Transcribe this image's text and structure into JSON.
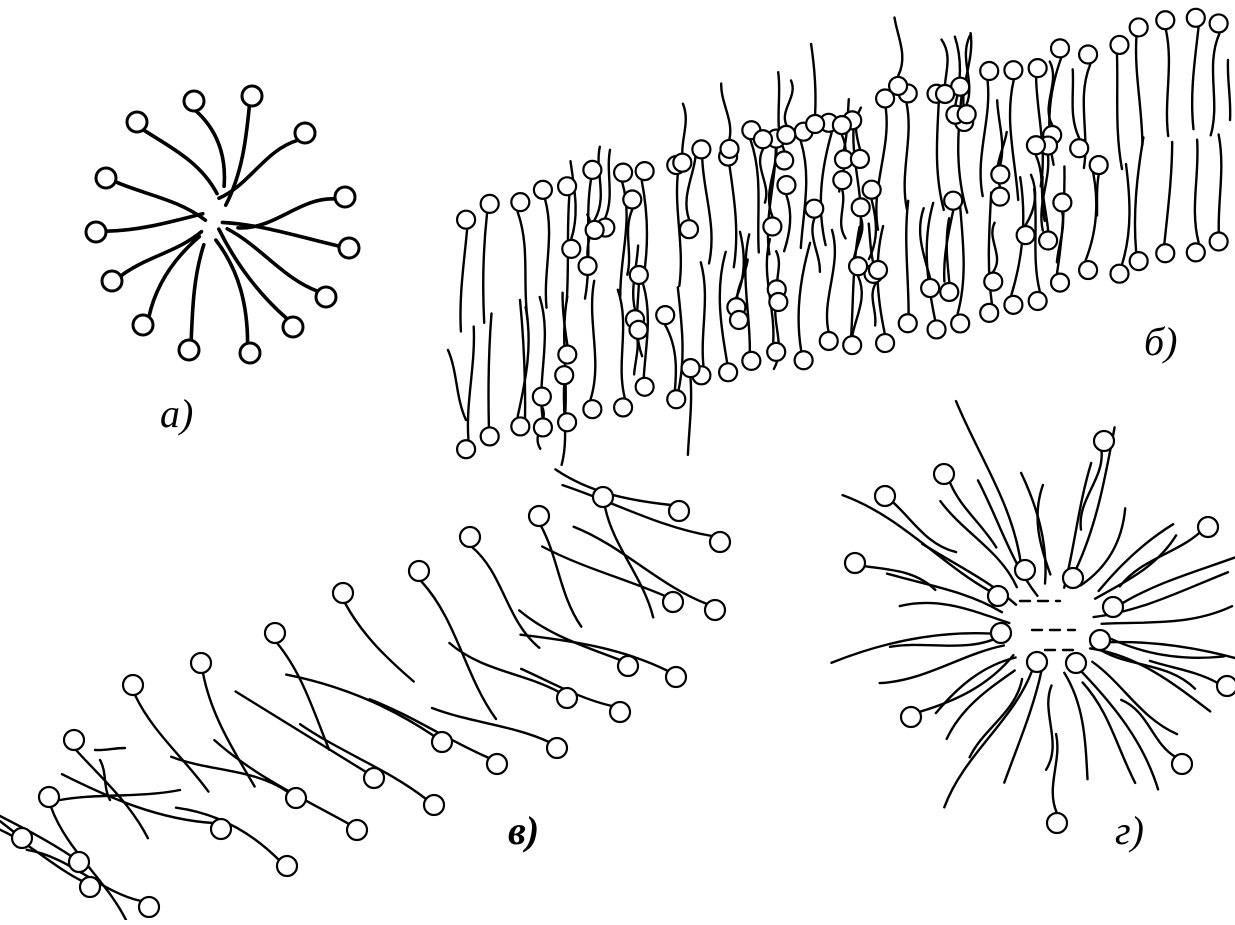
{
  "labels": {
    "a": "а)",
    "b": "б)",
    "v": "в)",
    "g": "г)"
  },
  "colors": {
    "ink": "#000000",
    "paper": "#ffffff"
  },
  "panels": [
    {
      "id": "a",
      "structure": "spherical-micelle"
    },
    {
      "id": "b",
      "structure": "bilayer-sheet"
    },
    {
      "id": "v",
      "structure": "cylindrical-micelle"
    },
    {
      "id": "g",
      "structure": "reverse-micelle"
    }
  ]
}
